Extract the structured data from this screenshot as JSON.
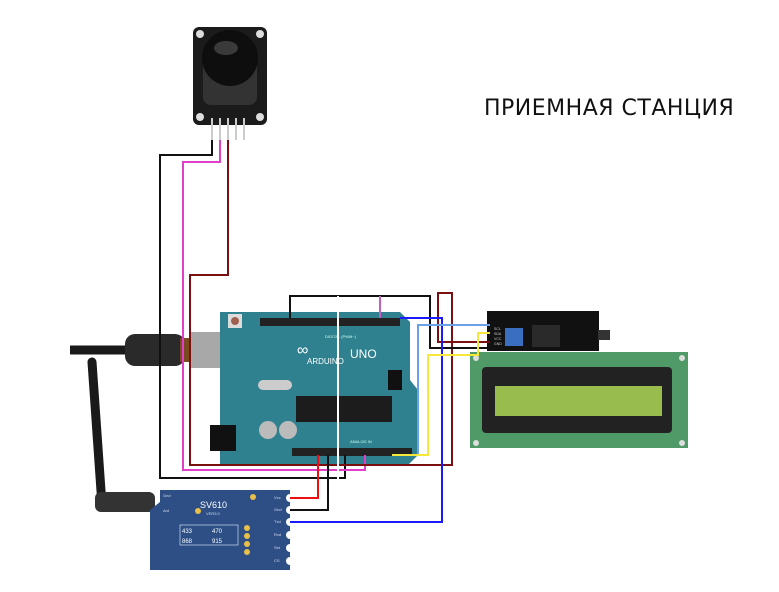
{
  "title": "ПРИЕМНАЯ СТАНЦИЯ",
  "arduino": {
    "brand": "ARDUINO",
    "model": "UNO",
    "header_label": "DIGITAL (PWM~)",
    "analog_label": "ANALOG IN"
  },
  "radio_module": {
    "name": "SV610",
    "version": "VER3.0",
    "freq_table": [
      "433",
      "470",
      "868",
      "915"
    ],
    "antenna_label": "Ant",
    "gnd_left": "Gnd",
    "pins": [
      "Vcc",
      "Gnd",
      "Txd",
      "Rxd",
      "Set",
      "CS"
    ]
  },
  "i2c_module": {
    "pins": [
      "GND",
      "VCC",
      "SDA",
      "SCL"
    ]
  },
  "colors": {
    "arduino": "#2f8190",
    "radio": "#2d4f86",
    "lcd_board": "#4f9a66",
    "lcd_screen": "#98bd4c",
    "wire_blue": "#1a1aff",
    "wire_lightblue": "#6aa0e8",
    "wire_yellow": "#f5e83a",
    "wire_darkred": "#7a1010",
    "wire_pink": "#e040c8",
    "wire_red": "#ee1010",
    "wire_black": "#111111"
  }
}
